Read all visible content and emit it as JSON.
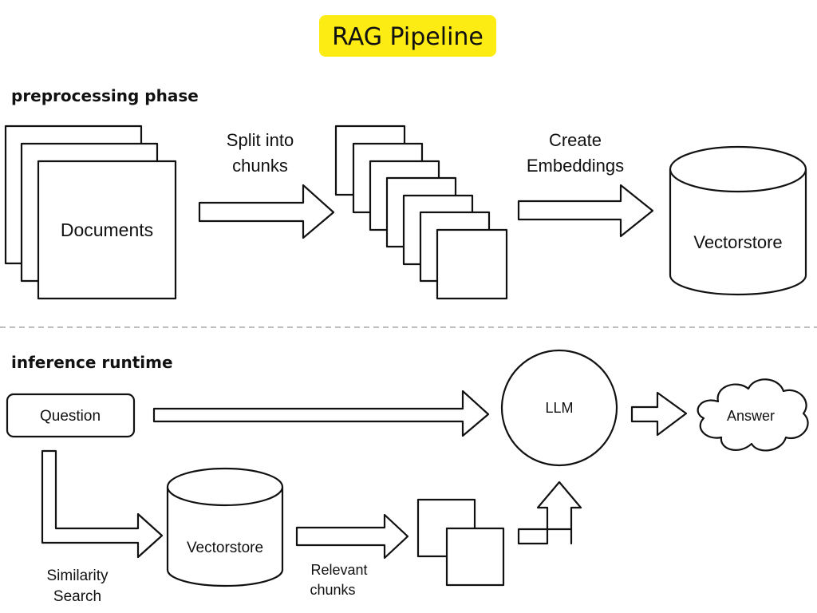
{
  "title": "RAG Pipeline",
  "colors": {
    "title_highlight": "#fcec14",
    "stroke": "#111111",
    "divider": "#b5b5b5",
    "background": "#ffffff"
  },
  "sections": {
    "preprocessing": "preprocessing phase",
    "inference": "inference runtime"
  },
  "preprocessing": {
    "documents": "Documents",
    "split_line1": "Split into",
    "split_line2": "chunks",
    "embed_line1": "Create",
    "embed_line2": "Embeddings",
    "vectorstore": "Vectorstore"
  },
  "inference": {
    "question": "Question",
    "llm": "LLM",
    "answer": "Answer",
    "vectorstore": "Vectorstore",
    "similarity_line1": "Similarity",
    "similarity_line2": "Search",
    "relevant_line1": "Relevant",
    "relevant_line2": "chunks"
  }
}
